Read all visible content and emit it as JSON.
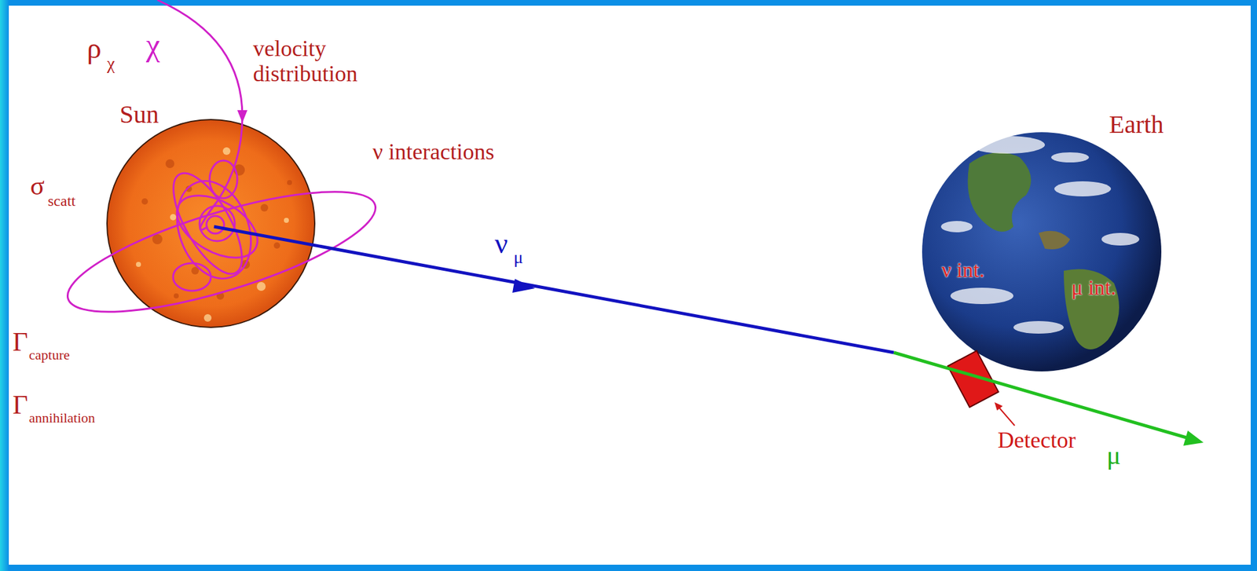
{
  "diagram": {
    "labels": [
      "ρ",
      "χ",
      "χ",
      "velocity distribution",
      "Sun",
      "ν interactions",
      "σ",
      "scatt",
      "Γ",
      "capture",
      "Γ",
      "annihilation",
      "ν",
      "μ",
      "Earth",
      "ν int.",
      "μ int.",
      "Detector",
      "μ"
    ]
  }
}
